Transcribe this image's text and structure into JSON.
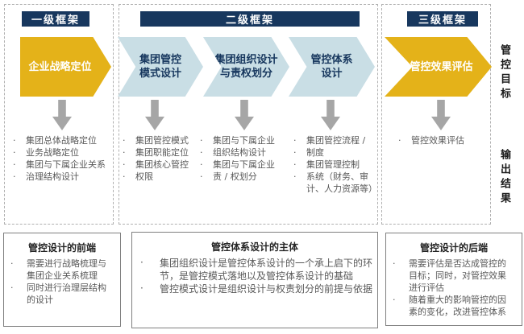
{
  "colors": {
    "navy_header": "#17375e",
    "gold_arrow": "#e4b219",
    "light_blue_chevron": "#c9dee5",
    "gray_arrow": "#a6a6a6",
    "body_text_gray": "#595959",
    "box_border_gray": "#7f7f7f",
    "dashed_border_gray": "#b0b0b0"
  },
  "headers": {
    "level1": "一级框架",
    "level2": "二级框架",
    "level3": "三级框架"
  },
  "chevrons": {
    "strategy": "企业战略定位",
    "mode": "集团管控模式设计",
    "org": "集团组织设计与责权划分",
    "system": "管控体系设计",
    "evaluate": "管控效果评估"
  },
  "side_labels": {
    "top": "管控目标",
    "bottom": "输出结果"
  },
  "lists": {
    "col1": [
      {
        "text": "集团总体战略定位",
        "bullet": true
      },
      {
        "text": "业务战略定位",
        "bullet": true
      },
      {
        "text": "集团与下属企业关系",
        "bullet": true
      },
      {
        "text": "治理结构设计",
        "bullet": true
      }
    ],
    "col2": [
      {
        "text": "集团管控模式",
        "bullet": true
      },
      {
        "text": "集团职能定位",
        "bullet": true
      },
      {
        "text": "集团核心管控",
        "bullet": true
      },
      {
        "text": "权限",
        "bullet": true
      }
    ],
    "col3": [
      {
        "text": "集团与下属企业",
        "bullet": true
      },
      {
        "text": " 组织结构设计",
        "bullet": true
      },
      {
        "text": "集团与下属企业",
        "bullet": true
      },
      {
        "text": " 责 / 权划分",
        "bullet": true
      }
    ],
    "col4": [
      {
        "text": "集团管控流程 /",
        "bullet": true
      },
      {
        "text": "制度",
        "bullet": true
      },
      {
        "text": "集团管理控制",
        "bullet": true
      },
      {
        "text": "系统（财务、审",
        "bullet": true
      },
      {
        "text": " 计、人力资源等）",
        "bullet": false
      }
    ],
    "col5": [
      {
        "text": "管控效果评估",
        "bullet": true
      }
    ]
  },
  "bottom_boxes": [
    {
      "title": "管控设计的前端",
      "bullets": [
        {
          "text": "需要进行战略梳理与集团企业关系梳理",
          "bullet": true
        },
        {
          "text": "同时进行治理层结构的设计",
          "bullet": true
        }
      ]
    },
    {
      "title": "管控体系设计的主体",
      "bullets": [
        {
          "text": "集团组织设计是管控体系设计的一个承上启下的环节，是管控模式落地以及管控体系设计的基础",
          "bullet": true
        },
        {
          "text": "管控模式设计是组织设计与权责划分的前提与依据",
          "bullet": true
        }
      ]
    },
    {
      "title": "管控设计的后端",
      "bullets": [
        {
          "text": "需要评估是否达成管控的目标；同时，对管控效果进行评估",
          "bullet": true
        },
        {
          "text": "随着重大的影响管控的因素的变化，改进管控体系",
          "bullet": true
        }
      ]
    }
  ]
}
